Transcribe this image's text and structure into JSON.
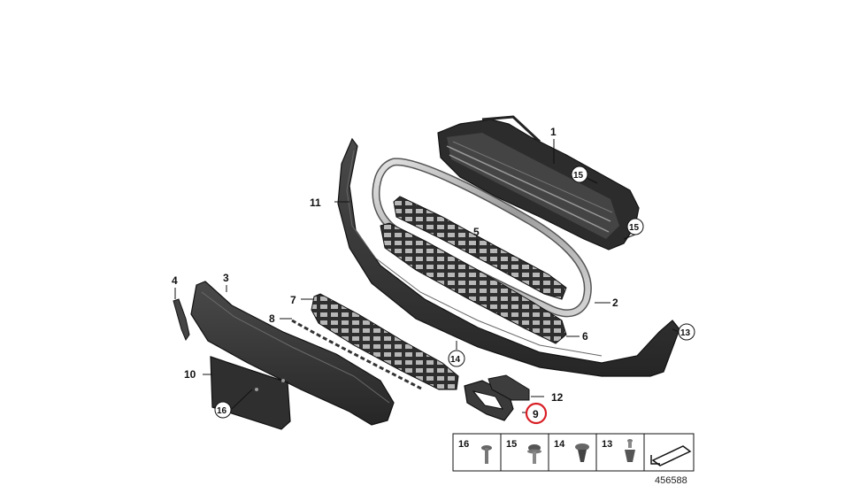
{
  "diagram_id": "456588",
  "callouts": {
    "p1": "1",
    "p2": "2",
    "p3": "3",
    "p4": "4",
    "p5": "5",
    "p6": "6",
    "p7": "7",
    "p8": "8",
    "p9": "9",
    "p10": "10",
    "p11": "11",
    "p12": "12",
    "p13": "13",
    "p14": "14",
    "p15a": "15",
    "p15b": "15",
    "p16": "16"
  },
  "highlight": {
    "part": "9",
    "color": "#d81f26"
  },
  "legend": {
    "items": [
      {
        "number": "16",
        "icon": "screw-icon"
      },
      {
        "number": "15",
        "icon": "flange-screw-icon"
      },
      {
        "number": "14",
        "icon": "expanding-rivet-icon"
      },
      {
        "number": "13",
        "icon": "clip-screw-icon"
      },
      {
        "number": "",
        "icon": "shim-wedge-icon"
      }
    ]
  },
  "colors": {
    "part_fill": "#3a3a3a",
    "part_dark": "#1d1d1d",
    "chrome": "#b9b9b9",
    "line": "#111111"
  }
}
